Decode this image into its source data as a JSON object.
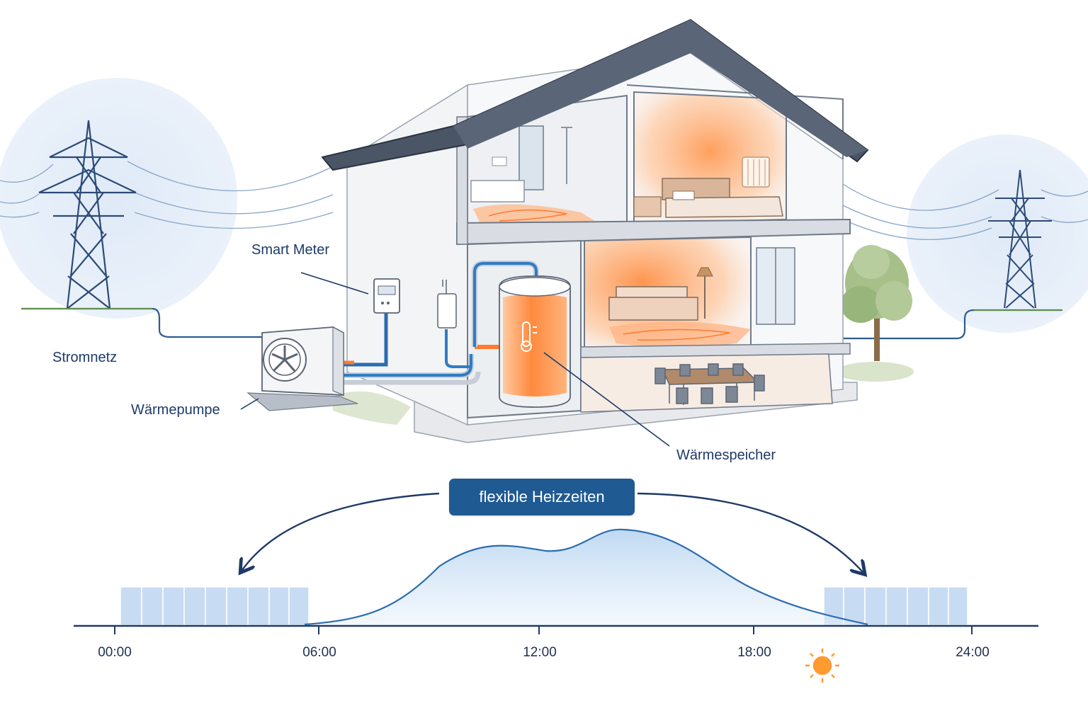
{
  "labels": {
    "grid": "Stromnetz",
    "smart_meter": "Smart Meter",
    "heat_pump": "Wärmepumpe",
    "heat_storage": "Wärmespeicher"
  },
  "banner": "flexible Heizzeiten",
  "timeline": {
    "ticks": [
      "00:00",
      "06:00",
      "12:00",
      "18:00",
      "24:00"
    ],
    "night_icon": "moon-icon",
    "day_icon": "sun-icon"
  },
  "colors": {
    "outline": "#1f3a68",
    "accent_blue": "#1f5a93",
    "heat_orange": "#ff8a3d",
    "block_blue": "#c7dcf3",
    "sun": "#ff9a2e"
  }
}
